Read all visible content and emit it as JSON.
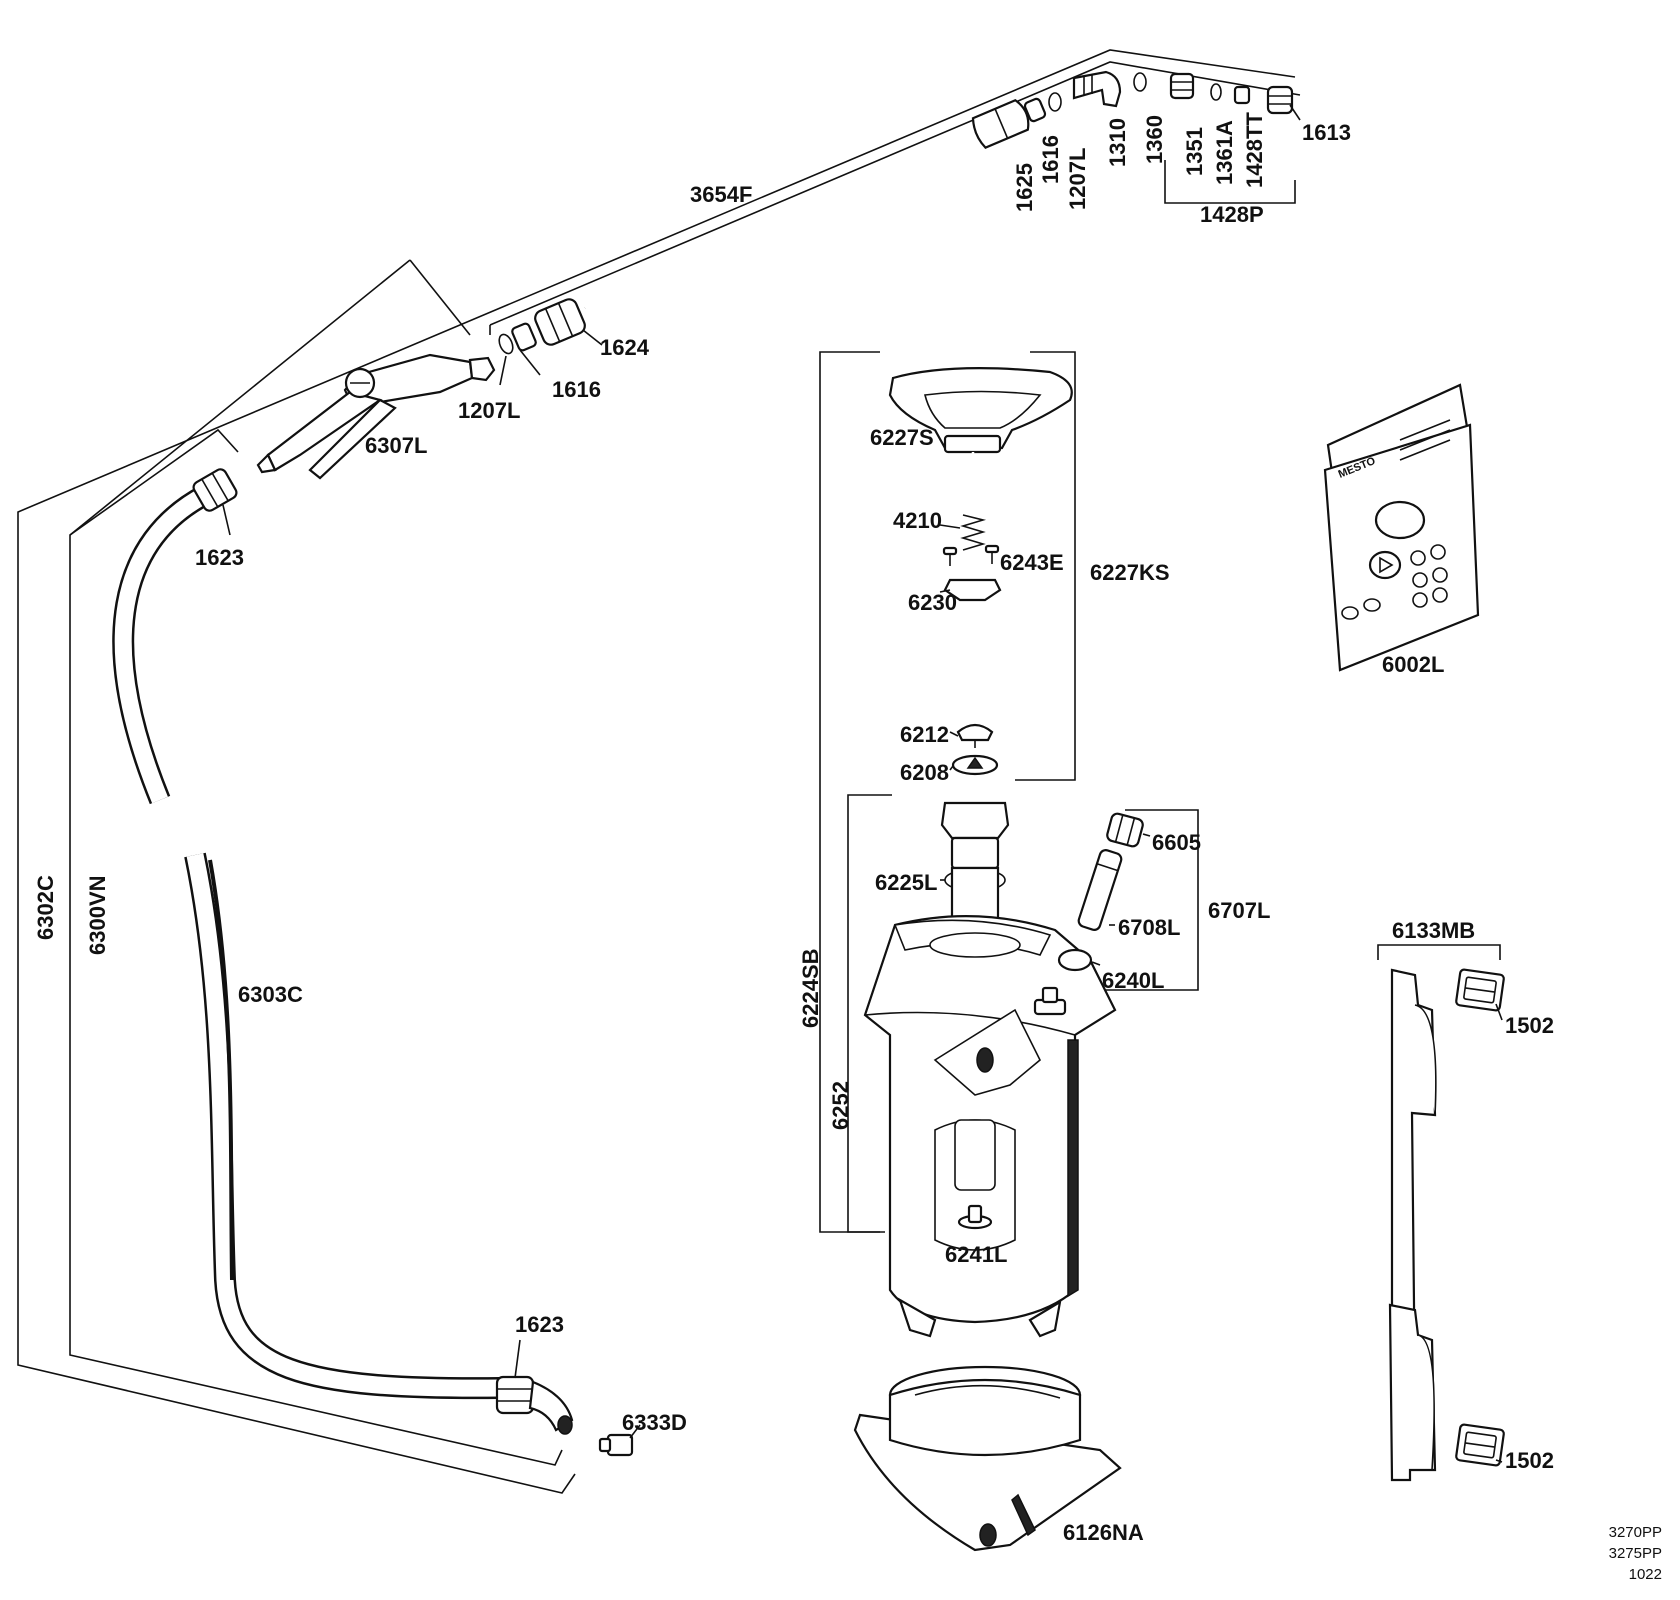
{
  "labels": {
    "p3654F": "3654F",
    "p1625": "1625",
    "p1616_top": "1616",
    "p1207L_top": "1207L",
    "p1310": "1310",
    "p1360": "1360",
    "p1351": "1351",
    "p1361A": "1361A",
    "p1428TT": "1428TT",
    "p1613": "1613",
    "p1428P": "1428P",
    "p1624": "1624",
    "p1207L": "1207L",
    "p1616": "1616",
    "p6307L": "6307L",
    "p1623_top": "1623",
    "p6302C": "6302C",
    "p6300VN": "6300VN",
    "p6303C": "6303C",
    "p1623_bottom": "1623",
    "p6333D": "6333D",
    "p6227S": "6227S",
    "p4210": "4210",
    "p6243E": "6243E",
    "p6227KS": "6227KS",
    "p6230": "6230",
    "p6212": "6212",
    "p6208": "6208",
    "p6224SB": "6224SB",
    "p6225L": "6225L",
    "p6605": "6605",
    "p6707L": "6707L",
    "p6708L": "6708L",
    "p6240L": "6240L",
    "p6252": "6252",
    "p6241L": "6241L",
    "p6126NA": "6126NA",
    "p6002L": "6002L",
    "p6133MB": "6133MB",
    "p1502_top": "1502",
    "p1502_bottom": "1502",
    "logo": "MESTO"
  },
  "footer": {
    "line1": "3270PP",
    "line2": "3275PP",
    "line3": "1022"
  }
}
